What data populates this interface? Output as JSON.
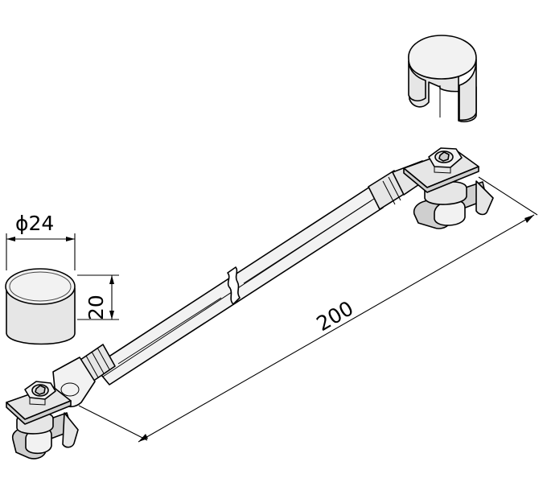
{
  "dimensions": {
    "diameter_label": "ϕ24",
    "height_label": "20",
    "length_label": "200"
  }
}
